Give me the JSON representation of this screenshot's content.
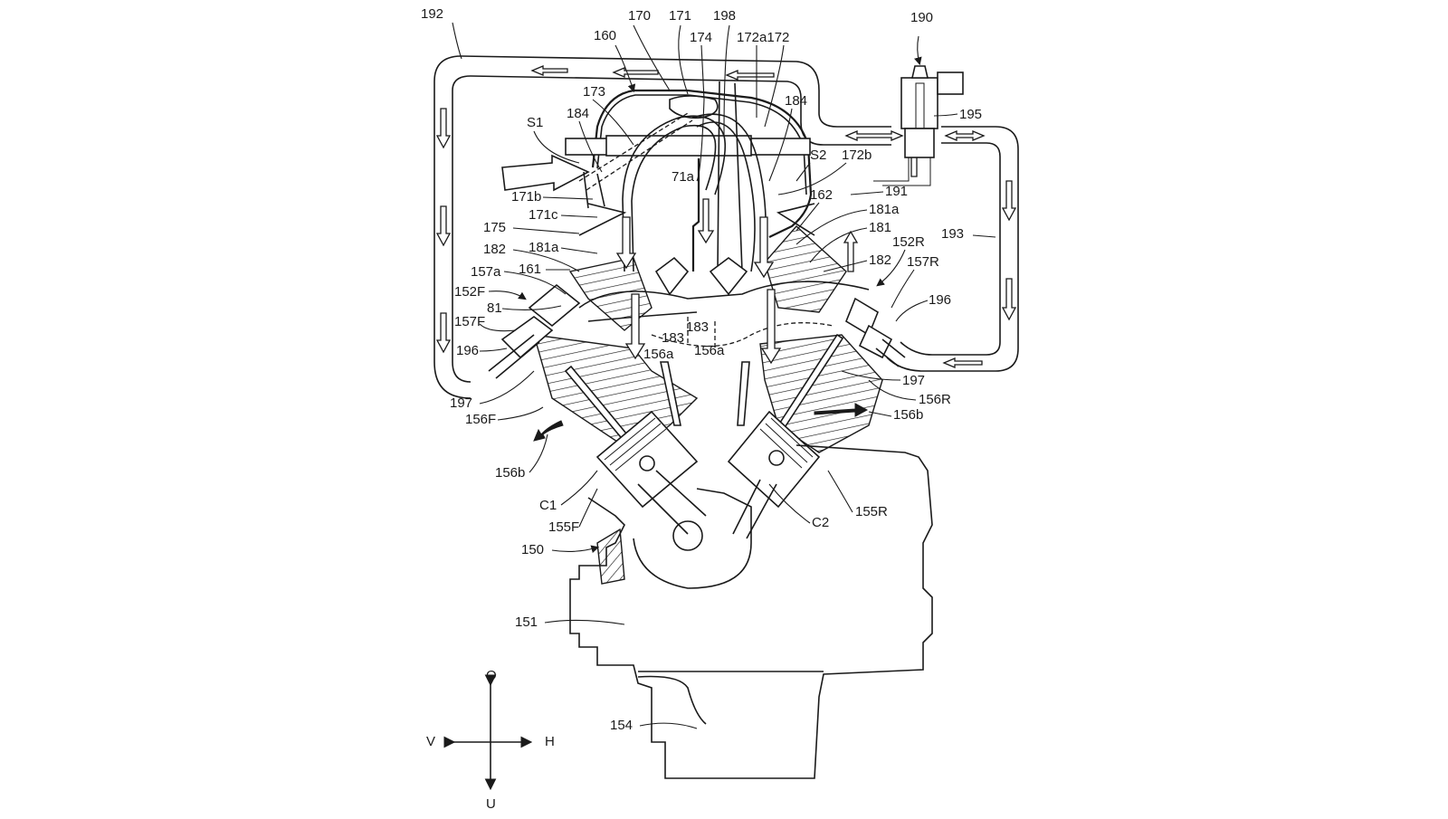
{
  "figure": {
    "title": "V-twin engine blow-by / secondary air passage diagram",
    "labels": {
      "l192": "192",
      "l170": "170",
      "l171": "171",
      "l198": "198",
      "l160": "160",
      "l174": "174",
      "l172a172": "172a172",
      "l190": "190",
      "l173": "173",
      "l184a": "184",
      "l184b": "184",
      "l195": "195",
      "lS1": "S1",
      "lS2": "S2",
      "l172b": "172b",
      "l171b": "171b",
      "l71a": "71a",
      "l191": "191",
      "l162": "162",
      "l171c": "171c",
      "l181a_r": "181a",
      "l175": "175",
      "l181": "181",
      "l181a_l": "181a",
      "l193": "193",
      "l152R": "152R",
      "l182_l": "182",
      "l182_r": "182",
      "l157R": "157R",
      "l157a": "157a",
      "l161": "161",
      "l196_r": "196",
      "l152F": "152F",
      "l81": "81",
      "l157F": "157F",
      "l183a": "183",
      "l183b": "183",
      "l156a_a": "156a",
      "l156a_b": "156a",
      "l196_l": "196",
      "l197_l": "197",
      "l197_r": "197",
      "l156R": "156R",
      "l156F": "156F",
      "l156b_r": "156b",
      "l156b_l": "156b",
      "lC1": "C1",
      "l155F": "155F",
      "lC2": "C2",
      "l155R": "155R",
      "l150": "150",
      "l151": "151",
      "l154": "154"
    },
    "orientation": {
      "up": "O",
      "down": "U",
      "left": "V",
      "right": "H"
    }
  }
}
